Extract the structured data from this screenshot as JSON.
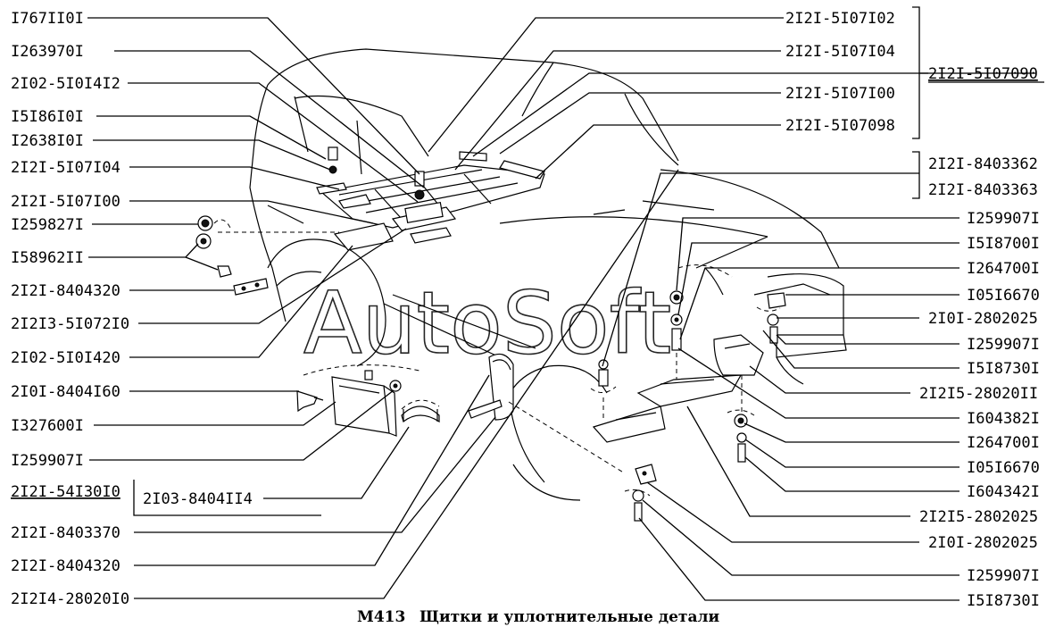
{
  "watermark": "AutoSoft",
  "caption": {
    "code": "M413",
    "title": "Щитки и уплотнительные детали"
  },
  "group_label": "2I2I-5I07090",
  "group_label_2": "2I2I-54I30I0",
  "labels": [
    {
      "id": "l1",
      "text": "I767II0I"
    },
    {
      "id": "l2",
      "text": "I263970I"
    },
    {
      "id": "l3",
      "text": "2I02-5I0I4I2"
    },
    {
      "id": "l4",
      "text": "I5I86I0I"
    },
    {
      "id": "l5",
      "text": "I2638I0I"
    },
    {
      "id": "l6",
      "text": "2I2I-5I07I04"
    },
    {
      "id": "l7",
      "text": "2I2I-5I07I00"
    },
    {
      "id": "l8",
      "text": "I259827I"
    },
    {
      "id": "l9",
      "text": "I58962II"
    },
    {
      "id": "l10",
      "text": "2I2I-8404320"
    },
    {
      "id": "l11",
      "text": "2I2I3-5I072I0"
    },
    {
      "id": "l12",
      "text": "2I02-5I0I420"
    },
    {
      "id": "l13",
      "text": "2I0I-8404I60"
    },
    {
      "id": "l14",
      "text": "I327600I"
    },
    {
      "id": "l15",
      "text": "I259907I"
    },
    {
      "id": "l17",
      "text": "2I03-8404II4"
    },
    {
      "id": "l18",
      "text": "2I2I-8403370"
    },
    {
      "id": "l19",
      "text": "2I2I-8404320"
    },
    {
      "id": "l20",
      "text": "2I2I4-28020I0"
    },
    {
      "id": "r1",
      "text": "2I2I-5I07I02"
    },
    {
      "id": "r2",
      "text": "2I2I-5I07I04"
    },
    {
      "id": "r3",
      "text": "2I2I-5I07I00"
    },
    {
      "id": "r4",
      "text": "2I2I-5I07098"
    },
    {
      "id": "r5",
      "text": "2I2I-8403362"
    },
    {
      "id": "r6",
      "text": "2I2I-8403363"
    },
    {
      "id": "r7",
      "text": "I259907I"
    },
    {
      "id": "r8",
      "text": "I5I8700I"
    },
    {
      "id": "r9",
      "text": "I264700I"
    },
    {
      "id": "r10",
      "text": "I05I6670"
    },
    {
      "id": "r11",
      "text": "2I0I-2802025"
    },
    {
      "id": "r12",
      "text": "I259907I"
    },
    {
      "id": "r13",
      "text": "I5I8730I"
    },
    {
      "id": "r14",
      "text": "2I2I5-28020II"
    },
    {
      "id": "r15",
      "text": "I604382I"
    },
    {
      "id": "r16",
      "text": "I264700I"
    },
    {
      "id": "r17",
      "text": "I05I6670"
    },
    {
      "id": "r18",
      "text": "I604342I"
    },
    {
      "id": "r19",
      "text": "2I2I5-2802025"
    },
    {
      "id": "r20",
      "text": "2I0I-2802025"
    },
    {
      "id": "r21",
      "text": "I259907I"
    },
    {
      "id": "r22",
      "text": "I5I8730I"
    }
  ]
}
